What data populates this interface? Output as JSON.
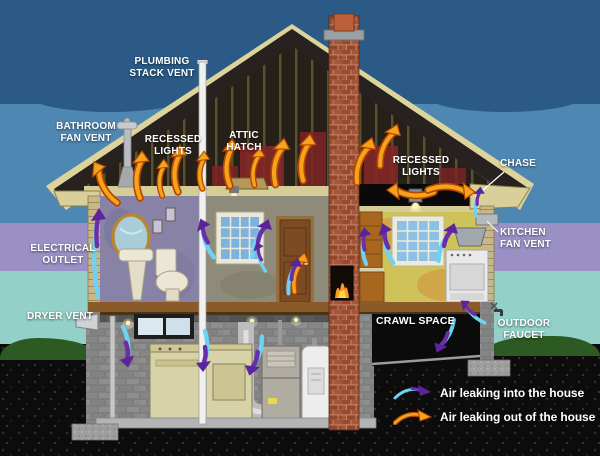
{
  "labels": {
    "plumbing_stack_vent": "PLUMBING\nSTACK VENT",
    "bathroom_fan_vent": "BATHROOM\nFAN VENT",
    "recessed_lights_left": "RECESSED\nLIGHTS",
    "attic_hatch": "ATTIC\nHATCH",
    "recessed_lights_right": "RECESSED\nLIGHTS",
    "chase": "CHASE",
    "electrical_outlet": "ELECTRICAL\nOUTLET",
    "kitchen_fan_vent": "KITCHEN\nFAN VENT",
    "dryer_vent": "DRYER VENT",
    "crawl_space": "CRAWL SPACE",
    "outdoor_faucet": "OUTDOOR\nFAUCET"
  },
  "legend": {
    "in_label": "Air leaking into the house",
    "out_label": "Air leaking out of the house"
  },
  "colors": {
    "sky_top": "#2a5a85",
    "sky_mid": "#4f87b3",
    "band_purple": "#9a90c6",
    "band_teal": "#92d0c8",
    "ground": "#0c0c0c",
    "arrow_out": "#f6a21c",
    "arrow_out_outline": "#b34700",
    "arrow_in_tail": "#6fd2f2",
    "arrow_in_head": "#5c249c",
    "roof": "#27211f",
    "trim": "#ddd49c",
    "brick": "#9a4a30"
  }
}
